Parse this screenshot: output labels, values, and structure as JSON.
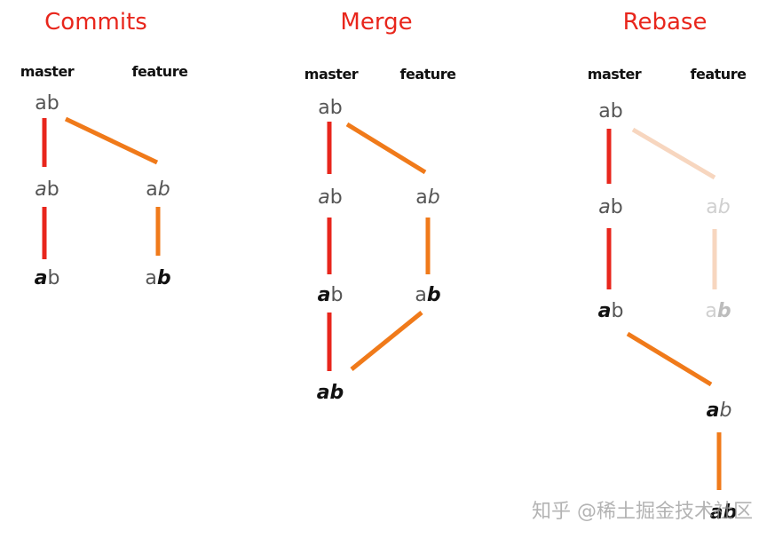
{
  "panels": [
    {
      "title": "Commits",
      "master_label": "master",
      "feature_label": "feature"
    },
    {
      "title": "Merge",
      "master_label": "master",
      "feature_label": "feature"
    },
    {
      "title": "Rebase",
      "master_label": "master",
      "feature_label": "feature"
    }
  ],
  "node_text": "ab",
  "colors": {
    "title": "#e8261c",
    "master_line": "#e8261c",
    "feature_line": "#f07a1a",
    "faded_feature_line": "#f7d6bf",
    "text": "#555555"
  },
  "watermark": "知乎 @稀土掘金技术社区"
}
